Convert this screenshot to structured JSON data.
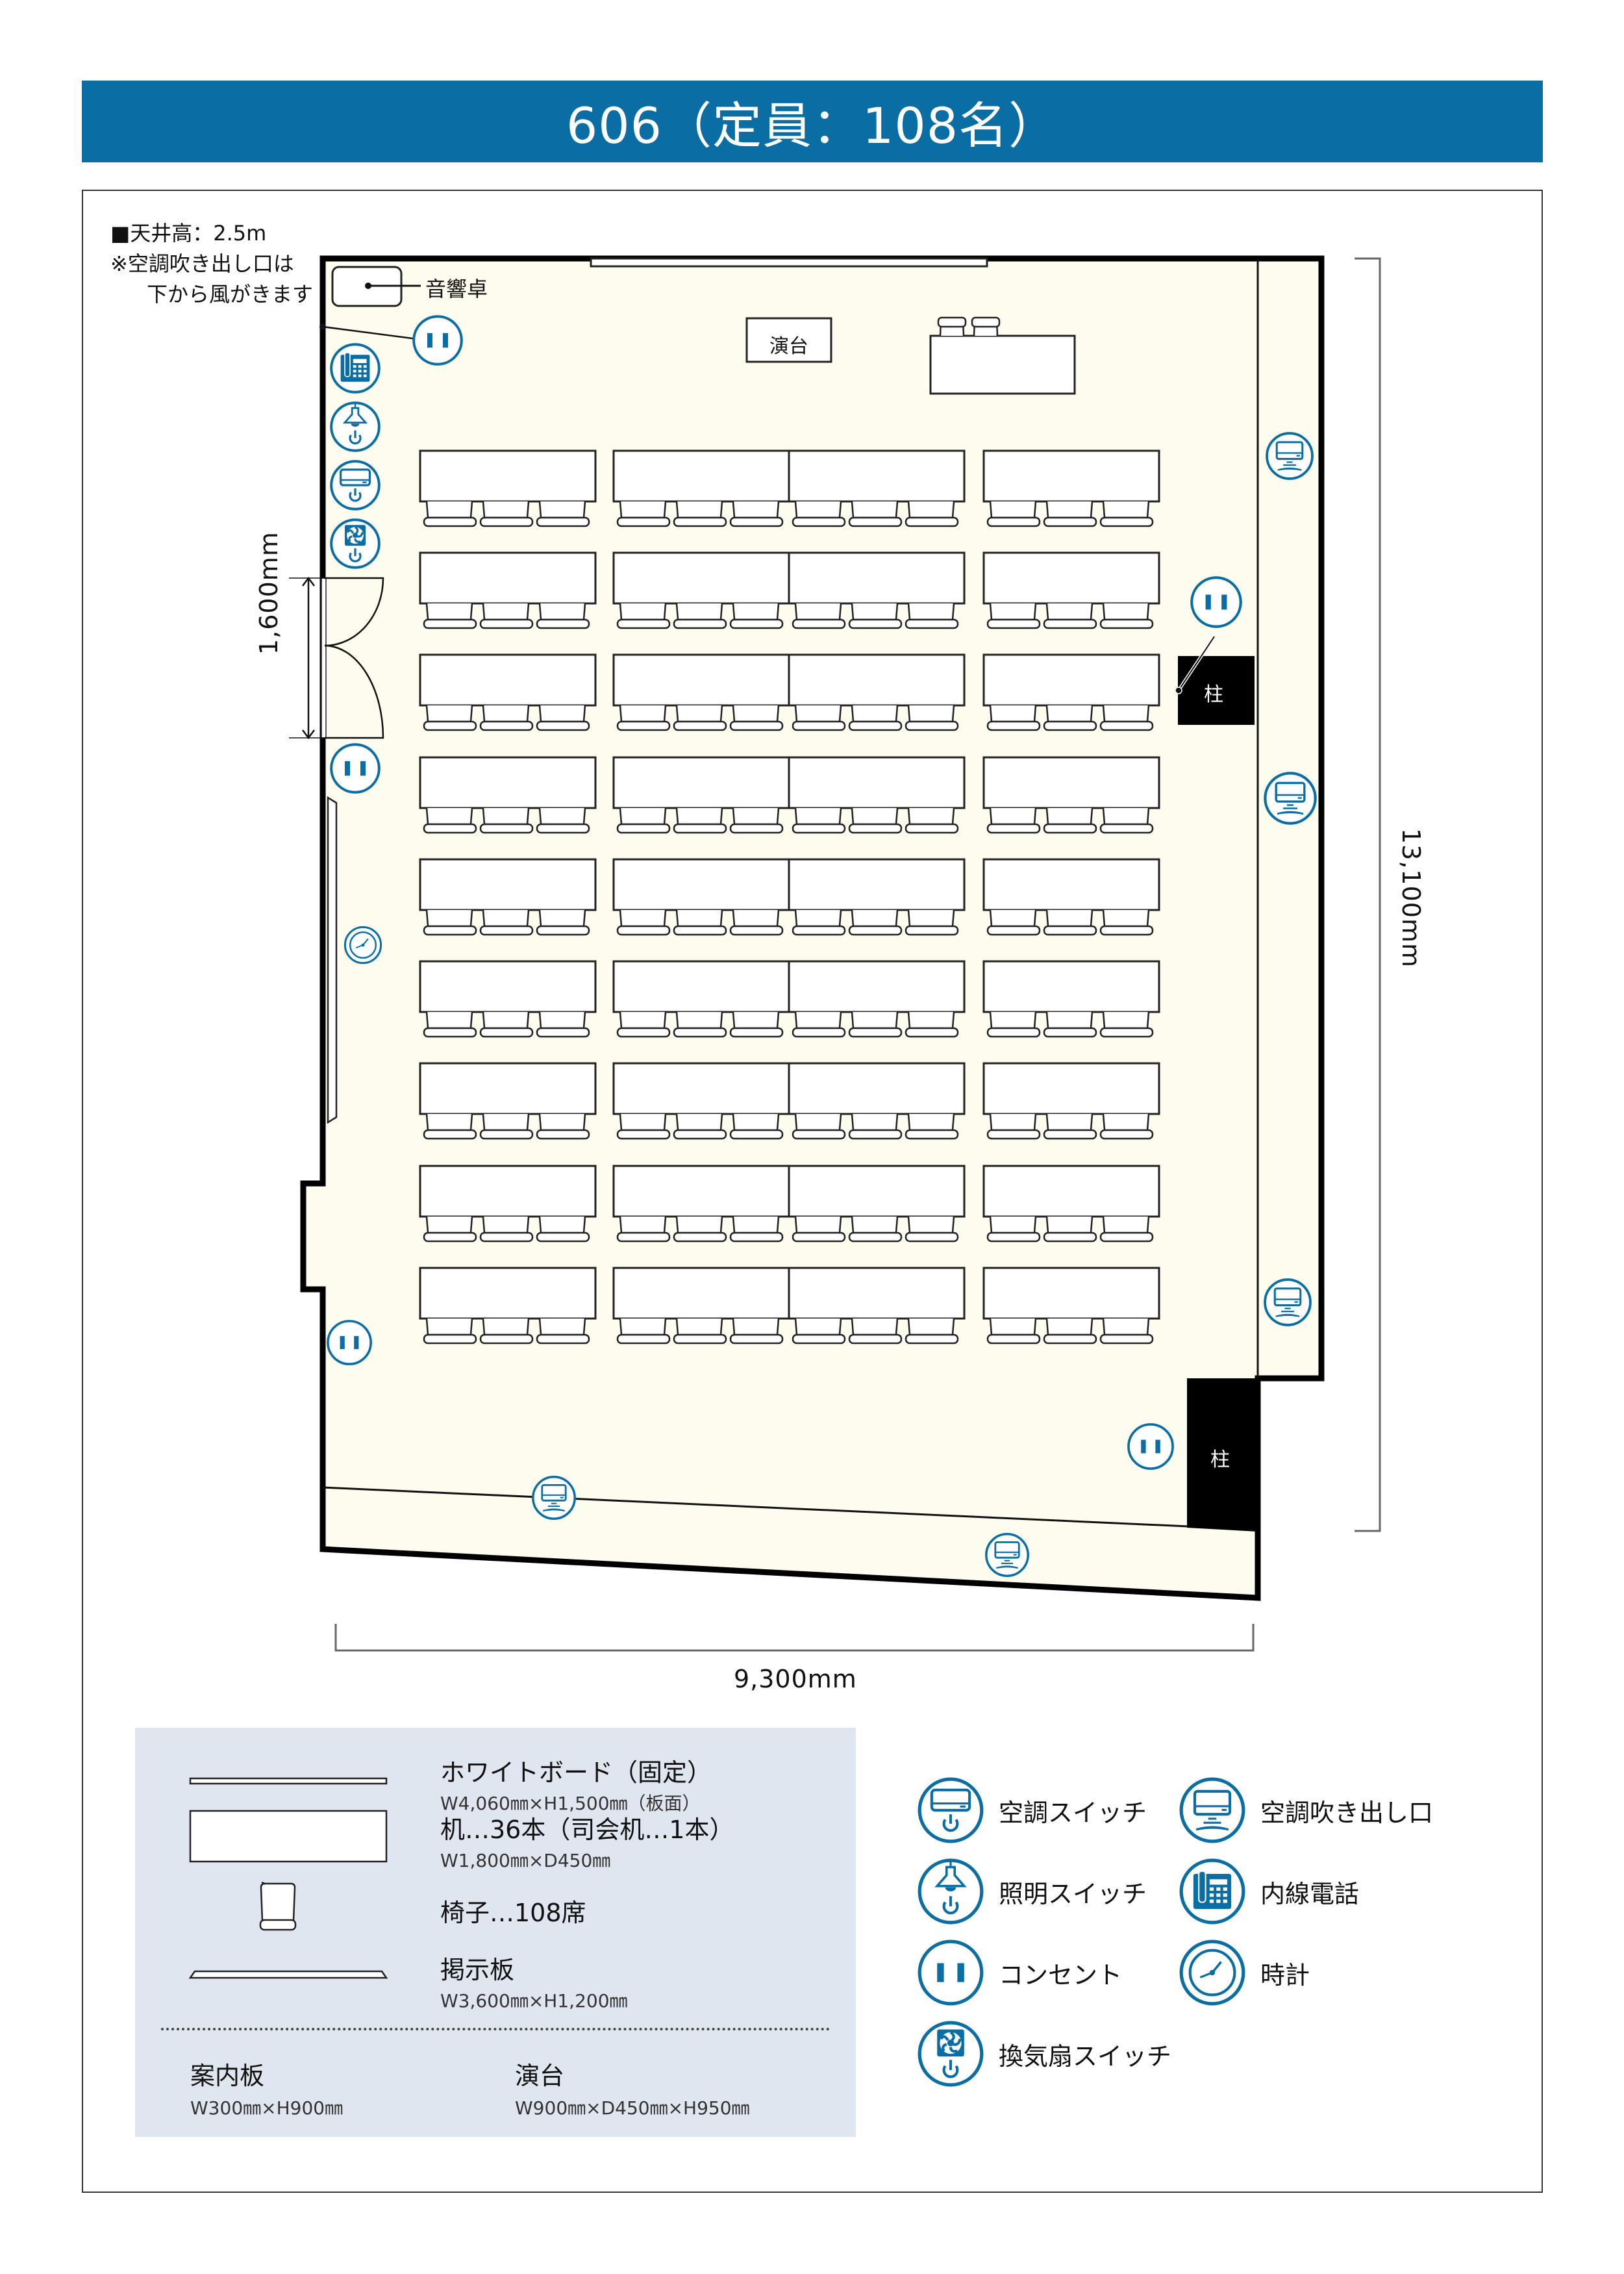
{
  "title": "606（定員：108名）",
  "notes": {
    "ceiling": "■天井高：2.5m",
    "ac_note_1": "※空調吹き出し口は",
    "ac_note_2": "下から風がきます"
  },
  "plan": {
    "sound_desk_label": "音響卓",
    "podium_label": "演台",
    "pillar_label_1": "柱",
    "pillar_label_2": "柱",
    "door_width": "1,600mm",
    "room_depth": "13,100mm",
    "room_width": "9,300mm",
    "desk_rows": 9,
    "desks_per_row": 4,
    "chairs_per_desk": 3,
    "floor_color": "#fdfcee",
    "icon_color": "#0a6ea5"
  },
  "legend": {
    "whiteboard": {
      "name": "ホワイトボード（固定）",
      "spec": "W4,060㎜×H1,500㎜（板面）"
    },
    "desk": {
      "name": "机…36本（司会机…1本）",
      "spec": "W1,800㎜×D450㎜"
    },
    "chair": {
      "name": "椅子…108席"
    },
    "bulletin": {
      "name": "掲示板",
      "spec": "W3,600㎜×H1,200㎜"
    },
    "signboard": {
      "name": "案内板",
      "spec": "W300㎜×H900㎜"
    },
    "lectern": {
      "name": "演台",
      "spec": "W900㎜×D450㎜×H950㎜"
    }
  },
  "symbols": [
    {
      "icon": "ac-switch-icon",
      "label": "空調スイッチ"
    },
    {
      "icon": "ac-vent-icon",
      "label": "空調吹き出し口"
    },
    {
      "icon": "light-switch-icon",
      "label": "照明スイッチ"
    },
    {
      "icon": "phone-icon",
      "label": "内線電話"
    },
    {
      "icon": "outlet-icon",
      "label": "コンセント"
    },
    {
      "icon": "clock-icon",
      "label": "時計"
    },
    {
      "icon": "fan-switch-icon",
      "label": "換気扇スイッチ"
    }
  ]
}
